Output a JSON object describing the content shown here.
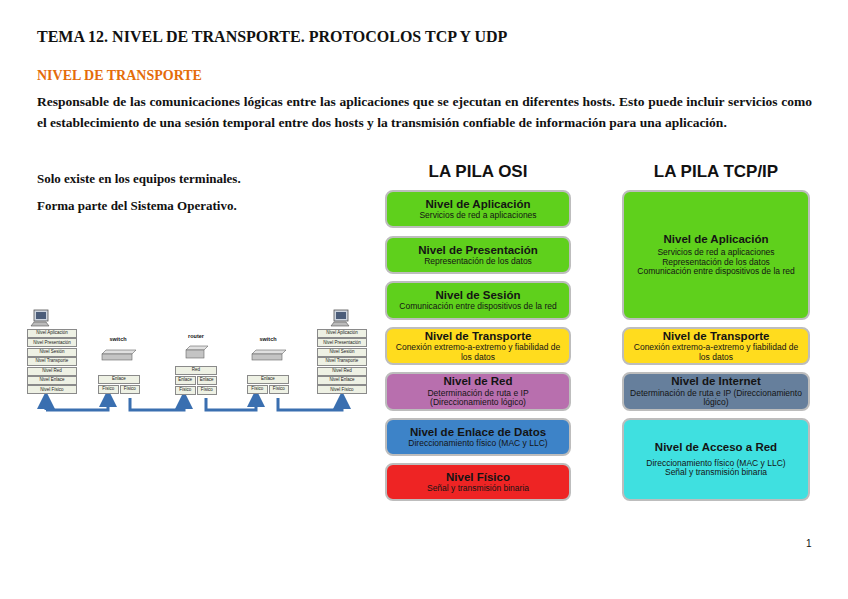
{
  "diagram": {
    "title": "TEMA 12. NIVEL DE TRANSPORTE. PROTOCOLOS TCP Y UDP",
    "nodes": [
      {
        "text": [
          "Nivel de Aplicación",
          "Servicios de red a aplicaciones"
        ]
      },
      {
        "text": [
          "Nivel de Presentación",
          "Representación de los datos"
        ]
      },
      {
        "text": [
          "Nivel de Sesión",
          "Comunicación entre dispositivos de la red"
        ]
      },
      {
        "text": [
          "Nivel de Transporte",
          "Conexión extremo-a-extremo y fiabilidad de los datos"
        ]
      },
      {
        "text": [
          "Nivel de Red",
          "Determinación de ruta e IP (Direccionamiento lógico)"
        ]
      },
      {
        "text": [
          "Nivel de Enlace de Datos",
          "Direccionamiento físico (MAC y LLC)"
        ]
      },
      {
        "text": [
          "Nivel Físico",
          "Señal y transmisión binaria"
        ]
      },
      {
        "text": [
          "Nivel de Aplicación",
          "Servicios de red a aplicaciones",
          "Representación de los datos",
          "Comunicación entre dispositivos de la red"
        ]
      },
      {
        "text": [
          "Nivel de Transporte",
          "Conexión extremo-a-extremo y fiabilidad de los datos"
        ]
      },
      {
        "text": [
          "Nivel de Internet",
          "Determinación de ruta e IP (Direccionamiento lógico)"
        ]
      },
      {
        "text": [
          "Nivel de Acceso a Red",
          "Direccionamiento físico (MAC y LLC)",
          "Señal y transmisión binaria"
        ]
      },
      {
        "text": [
          "Nivel Aplicación"
        ]
      },
      {
        "text": [
          "Nivel Presentación"
        ]
      },
      {
        "text": [
          "Nivel Sesión"
        ]
      },
      {
        "text": [
          "Nivel Transporte"
        ]
      },
      {
        "text": [
          "Nivel Red"
        ]
      },
      {
        "text": [
          "Nivel Enlace"
        ]
      },
      {
        "text": [
          "Nivel Físico"
        ]
      },
      {
        "text": [
          "Enlace"
        ]
      },
      {
        "text": [
          "Físico"
        ]
      },
      {
        "text": [
          "Físico"
        ]
      },
      {
        "text": [
          "Red"
        ]
      },
      {
        "text": [
          "Enlace"
        ]
      },
      {
        "text": [
          "Enlace"
        ]
      },
      {
        "text": [
          "Físico"
        ]
      },
      {
        "text": [
          "Físico"
        ]
      },
      {
        "text": [
          "Enlace"
        ]
      },
      {
        "text": [
          "Físico"
        ]
      },
      {
        "text": [
          "Físico"
        ]
      },
      {
        "text": [
          "Nivel Aplicación"
        ]
      },
      {
        "text": [
          "Nivel Presentación"
        ]
      },
      {
        "text": [
          "Nivel Sesión"
        ]
      },
      {
        "text": [
          "Nivel Transporte"
        ]
      },
      {
        "text": [
          "Nivel Red"
        ]
      },
      {
        "text": [
          "Nivel Enlace"
        ]
      },
      {
        "text": [
          "Nivel Físico"
        ]
      }
    ],
    "labels": [
      "NIVEL DE TRANSPORTE",
      "Responsable de las comunicaciones lógicas entre las aplicaciones que se ejecutan en diferentes hosts. Esto puede incluir servicios como el establecimiento de una sesión temporal entre dos hosts y la transmisión confiable de información para una aplicación.",
      "Solo existe en los equipos terminales.",
      "Forma parte del Sistema Operativo.",
      "LA PILA OSI",
      "LA PILA TCP/IP",
      "switch",
      "router",
      "switch",
      "1"
    ]
  }
}
